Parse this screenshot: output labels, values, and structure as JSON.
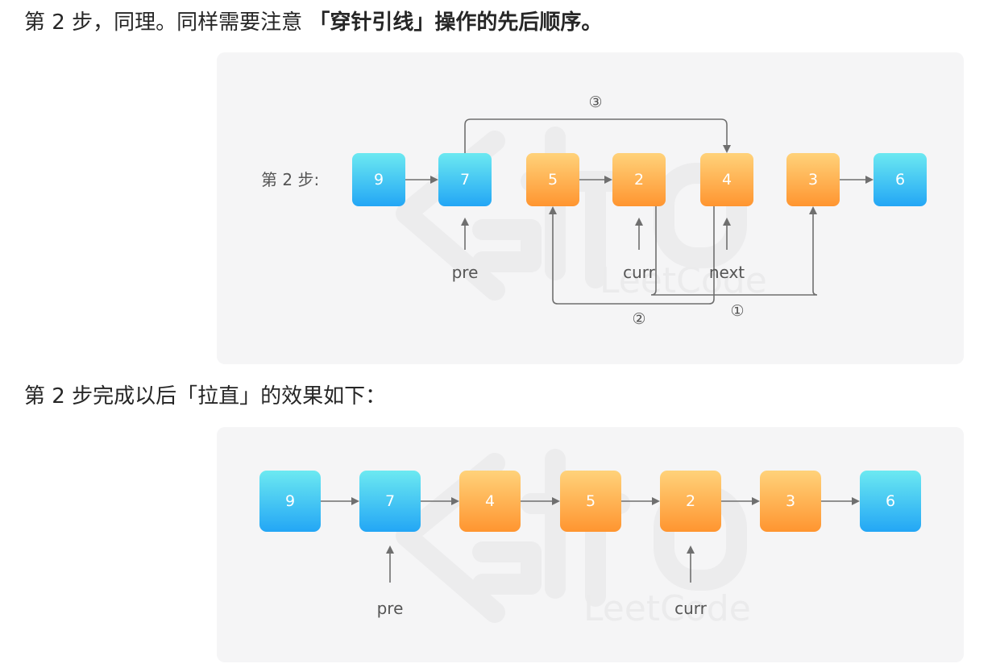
{
  "text": {
    "line1_prefix": "第 2 步，同理。同样需要注意 ",
    "line1_bold": "「穿针引线」操作的先后顺序。",
    "line2": "第 2 步完成以后「拉直」的效果如下："
  },
  "watermark": {
    "brand": "LeetCode"
  },
  "colors": {
    "blue_top": "#6ce9f1",
    "blue_bottom": "#23a6f5",
    "orange_top": "#ffd27a",
    "orange_bottom": "#ff9530",
    "arrow": "#6f6f6f",
    "panel_bg": "#f5f5f6"
  },
  "diagram1": {
    "step_label": "第 2 步:",
    "nodes": [
      {
        "value": "9",
        "color": "blue"
      },
      {
        "value": "7",
        "color": "blue"
      },
      {
        "value": "5",
        "color": "orange"
      },
      {
        "value": "2",
        "color": "orange"
      },
      {
        "value": "4",
        "color": "orange"
      },
      {
        "value": "3",
        "color": "orange"
      },
      {
        "value": "6",
        "color": "blue"
      }
    ],
    "pointers": [
      {
        "label": "pre",
        "node_index": 1
      },
      {
        "label": "curr",
        "node_index": 3
      },
      {
        "label": "next",
        "node_index": 4
      }
    ],
    "markers": {
      "step1": "①",
      "step2": "②",
      "step3": "③"
    }
  },
  "diagram2": {
    "nodes": [
      {
        "value": "9",
        "color": "blue"
      },
      {
        "value": "7",
        "color": "blue"
      },
      {
        "value": "4",
        "color": "orange"
      },
      {
        "value": "5",
        "color": "orange"
      },
      {
        "value": "2",
        "color": "orange"
      },
      {
        "value": "3",
        "color": "orange"
      },
      {
        "value": "6",
        "color": "blue"
      }
    ],
    "pointers": [
      {
        "label": "pre",
        "node_index": 1
      },
      {
        "label": "curr",
        "node_index": 4
      }
    ]
  }
}
